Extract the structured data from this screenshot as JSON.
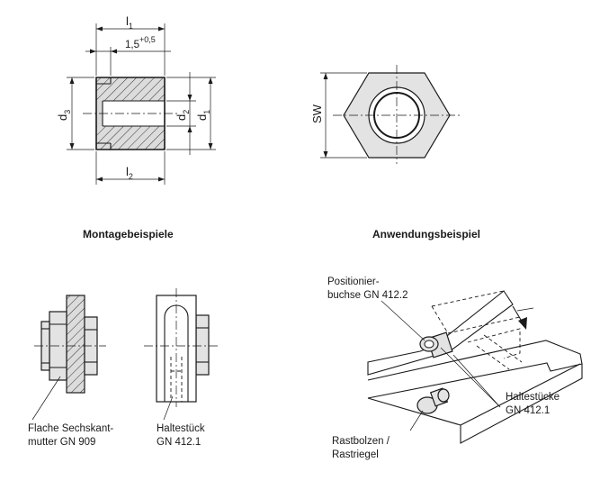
{
  "dimensions": {
    "l1": "l",
    "l1_sub": "1",
    "l2": "l",
    "l2_sub": "2",
    "offset": "1,5",
    "offset_tol": "+0,5",
    "d1": "d",
    "d1_sub": "1",
    "d2": "d",
    "d2_sub": "2",
    "d3": "d",
    "d3_sub": "3",
    "sw": "SW"
  },
  "sections": {
    "mounting_examples": "Montagebeispiele",
    "application_example": "Anwendungsbeispiel"
  },
  "mounting_labels": {
    "hex_nut_line1": "Flache Sechskant-",
    "hex_nut_line2": "mutter GN 909",
    "holder_line1": "Haltestück",
    "holder_line2": "GN 412.1"
  },
  "application_labels": {
    "positioning_line1": "Positionier-",
    "positioning_line2": "buchse  GN 412.2",
    "holders_line1": "Haltestücke",
    "holders_line2": "GN 412.1",
    "bolt_line1": "Rastbolzen /",
    "bolt_line2": "Rastriegel"
  }
}
